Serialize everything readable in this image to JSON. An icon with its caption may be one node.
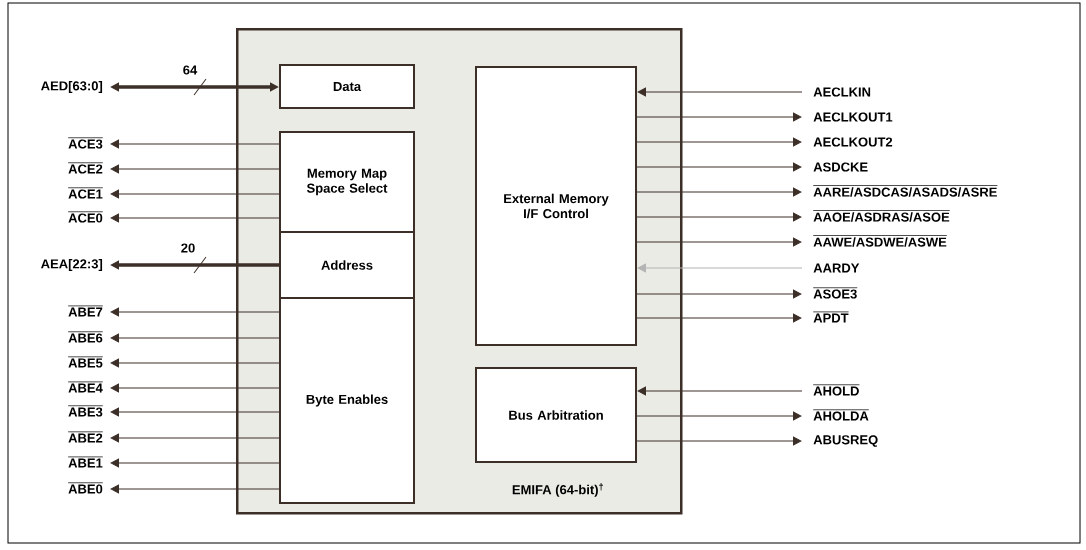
{
  "diagram": {
    "nodes": [
      {
        "text": [
          "EMIFA (64-bit)$^{†}$"
        ]
      },
      {
        "text": [
          "Data"
        ],
        "in": 0
      },
      {
        "text": [
          "Memory Map Space Select"
        ],
        "in": 0
      },
      {
        "text": [
          "Address"
        ],
        "in": 0
      },
      {
        "text": [
          "Byte Enables"
        ],
        "in": 0
      },
      {
        "text": [
          "External Memory I/F Control"
        ],
        "in": 0
      },
      {
        "text": [
          "Bus Arbitration"
        ],
        "in": 0
      },
      {
        "text": [
          "AED[63:0]"
        ]
      },
      {
        "text": [
          "ACE3"
        ]
      },
      {
        "text": [
          "ACE2"
        ]
      },
      {
        "text": [
          "ACE1"
        ]
      },
      {
        "text": [
          "ACE0"
        ]
      },
      {
        "text": [
          "AEA[22:3]"
        ]
      },
      {
        "text": [
          "ABE7"
        ]
      },
      {
        "text": [
          "ABE6"
        ]
      },
      {
        "text": [
          "ABE5"
        ]
      },
      {
        "text": [
          "ABE4"
        ]
      },
      {
        "text": [
          "ABE3"
        ]
      },
      {
        "text": [
          "ABE2"
        ]
      },
      {
        "text": [
          "ABE1"
        ]
      },
      {
        "text": [
          "ABE0"
        ]
      },
      {
        "text": [
          "AECLKIN"
        ]
      },
      {
        "text": [
          "AECLKOUT1"
        ]
      },
      {
        "text": [
          "AECLKOUT2"
        ]
      },
      {
        "text": [
          "ASDCKE"
        ]
      },
      {
        "text": [
          "AARE/ASDCAS/ASADS/ASRE"
        ]
      },
      {
        "text": [
          "AAOE/ASDRAS/ASOE"
        ]
      },
      {
        "text": [
          "AAWE/ASDWE/ASWE"
        ]
      },
      {
        "text": [
          "AARDY"
        ]
      },
      {
        "text": [
          "ASOE3"
        ]
      },
      {
        "text": [
          "APDT"
        ]
      },
      {
        "text": [
          "AHOLD"
        ]
      },
      {
        "text": [
          "AHOLDA"
        ]
      },
      {
        "text": [
          "ABUSREQ"
        ]
      }
    ],
    "edges": [
      {
        "from": 1,
        "to": 7,
        "arrow": "both",
        "style": "thick",
        "label": "64"
      },
      {
        "from": 2,
        "to": 8,
        "arrow": "to"
      },
      {
        "from": 2,
        "to": 9,
        "arrow": "to"
      },
      {
        "from": 2,
        "to": 10,
        "arrow": "to"
      },
      {
        "from": 2,
        "to": 11,
        "arrow": "to"
      },
      {
        "from": 3,
        "to": 12,
        "arrow": "to",
        "style": "thick",
        "label": "20"
      },
      {
        "from": 4,
        "to": 13,
        "arrow": "to"
      },
      {
        "from": 4,
        "to": 14,
        "arrow": "to"
      },
      {
        "from": 4,
        "to": 15,
        "arrow": "to"
      },
      {
        "from": 4,
        "to": 16,
        "arrow": "to"
      },
      {
        "from": 4,
        "to": 17,
        "arrow": "to"
      },
      {
        "from": 4,
        "to": 18,
        "arrow": "to"
      },
      {
        "from": 4,
        "to": 19,
        "arrow": "to"
      },
      {
        "from": 4,
        "to": 20,
        "arrow": "to"
      },
      {
        "from": 21,
        "to": 5,
        "arrow": "to"
      },
      {
        "from": 5,
        "to": 22,
        "arrow": "to"
      },
      {
        "from": 5,
        "to": 23,
        "arrow": "to"
      },
      {
        "from": 5,
        "to": 24,
        "arrow": "to"
      },
      {
        "from": 5,
        "to": 25,
        "arrow": "to"
      },
      {
        "from": 5,
        "to": 26,
        "arrow": "to"
      },
      {
        "from": 5,
        "to": 27,
        "arrow": "to"
      },
      {
        "from": 28,
        "to": 5,
        "arrow": "to",
        "color": "#b4b4b4"
      },
      {
        "from": 5,
        "to": 29,
        "arrow": "to"
      },
      {
        "from": 5,
        "to": 30,
        "arrow": "to"
      },
      {
        "from": 31,
        "to": 6,
        "arrow": "to"
      },
      {
        "from": 6,
        "to": 32,
        "arrow": "to"
      },
      {
        "from": 6,
        "to": 33,
        "arrow": "to"
      }
    ]
  }
}
